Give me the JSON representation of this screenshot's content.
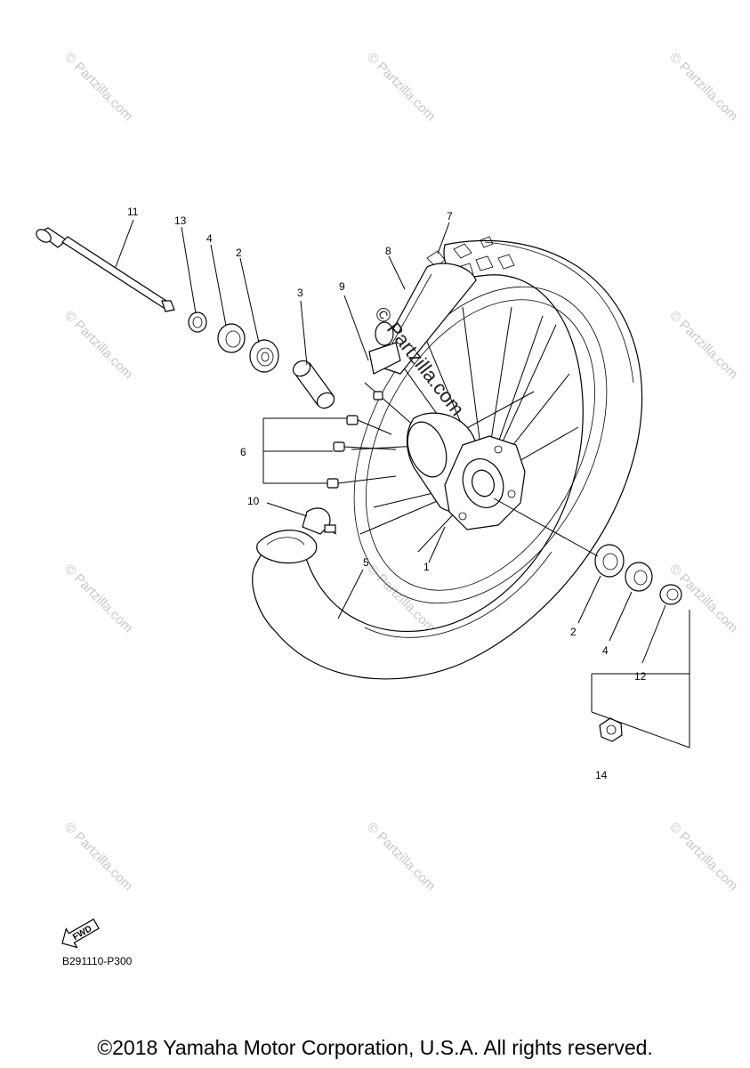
{
  "watermark_text": "© Partzilla.com",
  "callouts": {
    "c1": "1",
    "c2a": "2",
    "c2b": "2",
    "c3": "3",
    "c4a": "4",
    "c4b": "4",
    "c5": "5",
    "c6": "6",
    "c7": "7",
    "c8": "8",
    "c9": "9",
    "c10": "10",
    "c11": "11",
    "c12": "12",
    "c13": "13",
    "c14": "14"
  },
  "fwd_label": "FWD",
  "diagram_code": "B291110-P300",
  "copyright": "©2018 Yamaha Motor Corporation, U.S.A. All rights reserved."
}
